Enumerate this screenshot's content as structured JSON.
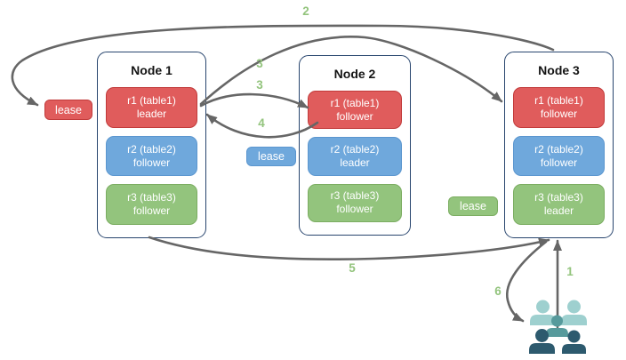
{
  "nodes": [
    {
      "title": "Node 1",
      "replicas": [
        {
          "name": "r1 (table1)",
          "role": "leader",
          "color": "#e05c5c"
        },
        {
          "name": "r2 (table2)",
          "role": "follower",
          "color": "#6fa8dc"
        },
        {
          "name": "r3 (table3)",
          "role": "follower",
          "color": "#93c47d"
        }
      ]
    },
    {
      "title": "Node 2",
      "replicas": [
        {
          "name": "r1 (table1)",
          "role": "follower",
          "color": "#e05c5c"
        },
        {
          "name": "r2 (table2)",
          "role": "leader",
          "color": "#6fa8dc"
        },
        {
          "name": "r3 (table3)",
          "role": "follower",
          "color": "#93c47d"
        }
      ]
    },
    {
      "title": "Node 3",
      "replicas": [
        {
          "name": "r1 (table1)",
          "role": "follower",
          "color": "#e05c5c"
        },
        {
          "name": "r2 (table2)",
          "role": "follower",
          "color": "#6fa8dc"
        },
        {
          "name": "r3 (table3)",
          "role": "leader",
          "color": "#93c47d"
        }
      ]
    }
  ],
  "leases": [
    {
      "label": "lease",
      "color": "#e05c5c"
    },
    {
      "label": "lease",
      "color": "#6fa8dc"
    },
    {
      "label": "lease",
      "color": "#93c47d"
    }
  ],
  "steps": [
    "2",
    "3",
    "3",
    "4",
    "5",
    "6",
    "1"
  ],
  "palette": {
    "arrow": "#666666",
    "step_text": "#93c47d",
    "node_border": "#28456e",
    "red_fill": "#e05c5c",
    "red_border": "#c13a3a",
    "blue_fill": "#6fa8dc",
    "blue_border": "#5b96cf",
    "green_fill": "#93c47d",
    "green_border": "#7bad61"
  },
  "users_icon": {
    "light": "#9ed0cf",
    "medium": "#579a9c",
    "dark": "#2d5a6e"
  }
}
